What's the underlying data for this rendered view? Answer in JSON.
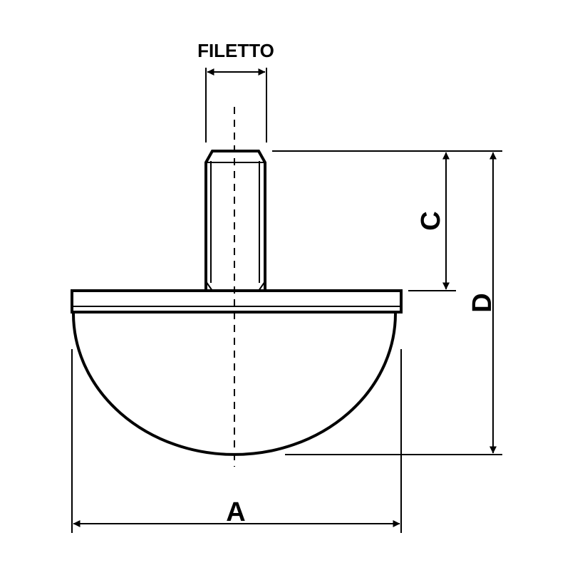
{
  "labels": {
    "thread": "FILETTO",
    "a": "A",
    "c": "C",
    "d": "D"
  },
  "colors": {
    "line": "#000000",
    "background": "#ffffff"
  }
}
